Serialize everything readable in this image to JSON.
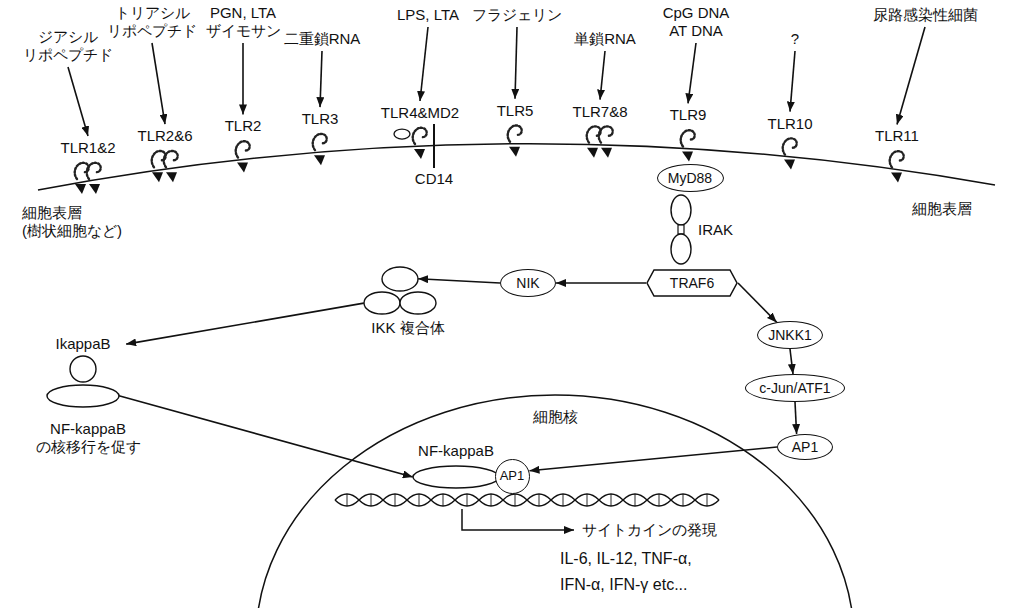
{
  "diagram": {
    "nodes": [
      {
        "text": [
          "TLR1&2"
        ]
      },
      {
        "text": [
          "TLR2&6"
        ]
      },
      {
        "text": [
          "TLR2"
        ]
      },
      {
        "text": [
          "TLR3"
        ]
      },
      {
        "text": [
          "TLR4&MD2"
        ]
      },
      {
        "text": [
          "TLR5"
        ]
      },
      {
        "text": [
          "TLR7&8"
        ]
      },
      {
        "text": [
          "TLR9"
        ]
      },
      {
        "text": [
          "TLR10"
        ]
      },
      {
        "text": [
          "TLR11"
        ]
      },
      {
        "text": [
          "MyD88"
        ]
      },
      {
        "text": [
          "IRAK"
        ]
      },
      {
        "text": [
          "TRAF6"
        ]
      },
      {
        "text": [
          "NIK"
        ]
      },
      {
        "text": [
          "IKK 複合体"
        ]
      },
      {
        "text": [
          "IkappaB"
        ]
      },
      {
        "text": [
          "JNKK1"
        ]
      },
      {
        "text": [
          "c-Jun/ATF1"
        ]
      },
      {
        "text": [
          "AP1"
        ]
      },
      {
        "text": [
          "細胞核"
        ]
      },
      {
        "text": [
          "NF-kappaB"
        ],
        "in": 19
      },
      {
        "text": [
          "AP1"
        ],
        "in": 19
      }
    ],
    "edges": [
      {
        "from": 12,
        "to": 13,
        "arrow": "to"
      },
      {
        "from": 13,
        "to": 14,
        "arrow": "to"
      },
      {
        "from": 14,
        "to": 15,
        "arrow": "to"
      },
      {
        "from": 15,
        "to": 20,
        "arrow": "to"
      },
      {
        "from": 12,
        "to": 16,
        "arrow": "to"
      },
      {
        "from": 16,
        "to": 17,
        "arrow": "to"
      },
      {
        "from": 17,
        "to": 18,
        "arrow": "to"
      },
      {
        "from": 18,
        "to": 21,
        "arrow": "to"
      }
    ],
    "labels": [
      "ジアシル リポペプチド",
      "トリアシル リポペプチド",
      "PGN, LTA ザイモサン",
      "二重鎖RNA",
      "LPS, LTA",
      "フラジェリン",
      "単鎖RNA",
      "CpG DNA AT DNA",
      "?",
      "尿路感染性細菌",
      "CD14",
      "細胞表層 (樹状細胞など)",
      "細胞表層",
      "NF-kappaB の核移行を促す",
      "サイトカインの発現",
      "IL-6, IL-12, TNF-α, IFN-α, IFN-γ etc..."
    ]
  }
}
